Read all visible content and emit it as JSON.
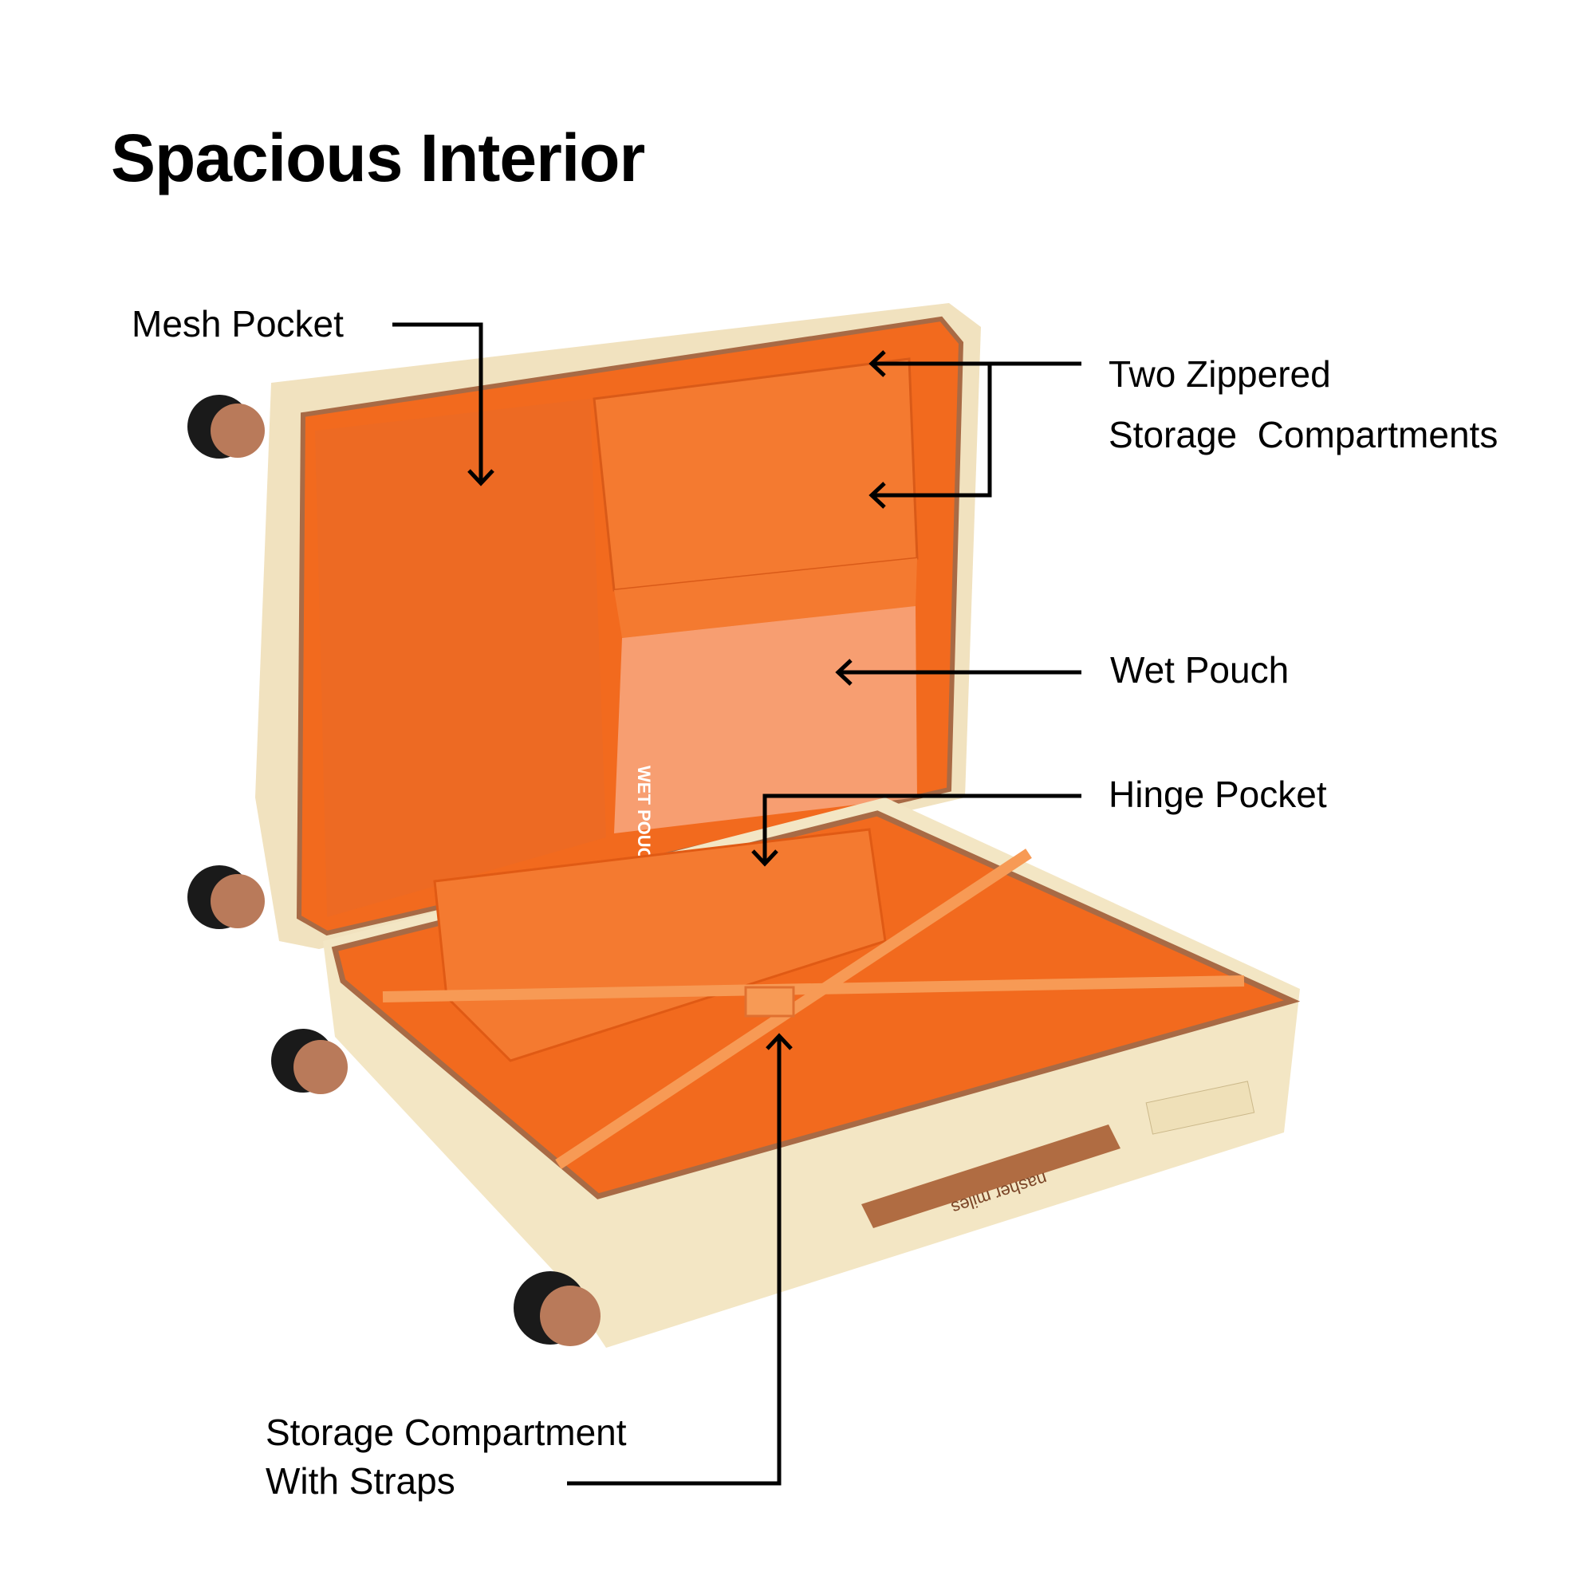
{
  "title": "Spacious Interior",
  "labels": {
    "mesh_pocket": "Mesh Pocket",
    "two_zippered_line1": "Two Zippered",
    "two_zippered_line2": "Storage  Compartments",
    "wet_pouch": "Wet Pouch",
    "hinge_pocket": "Hinge Pocket",
    "storage_straps_line1": "Storage Compartment",
    "storage_straps_line2": "With Straps"
  },
  "product": {
    "pouch_print": "WET POUCH",
    "handle_brand": "nasher miles"
  },
  "colors": {
    "shell": "#f3e6c4",
    "lining": "#f26a1e",
    "trim": "#a86a45",
    "wheel": "#1a1a1a"
  }
}
